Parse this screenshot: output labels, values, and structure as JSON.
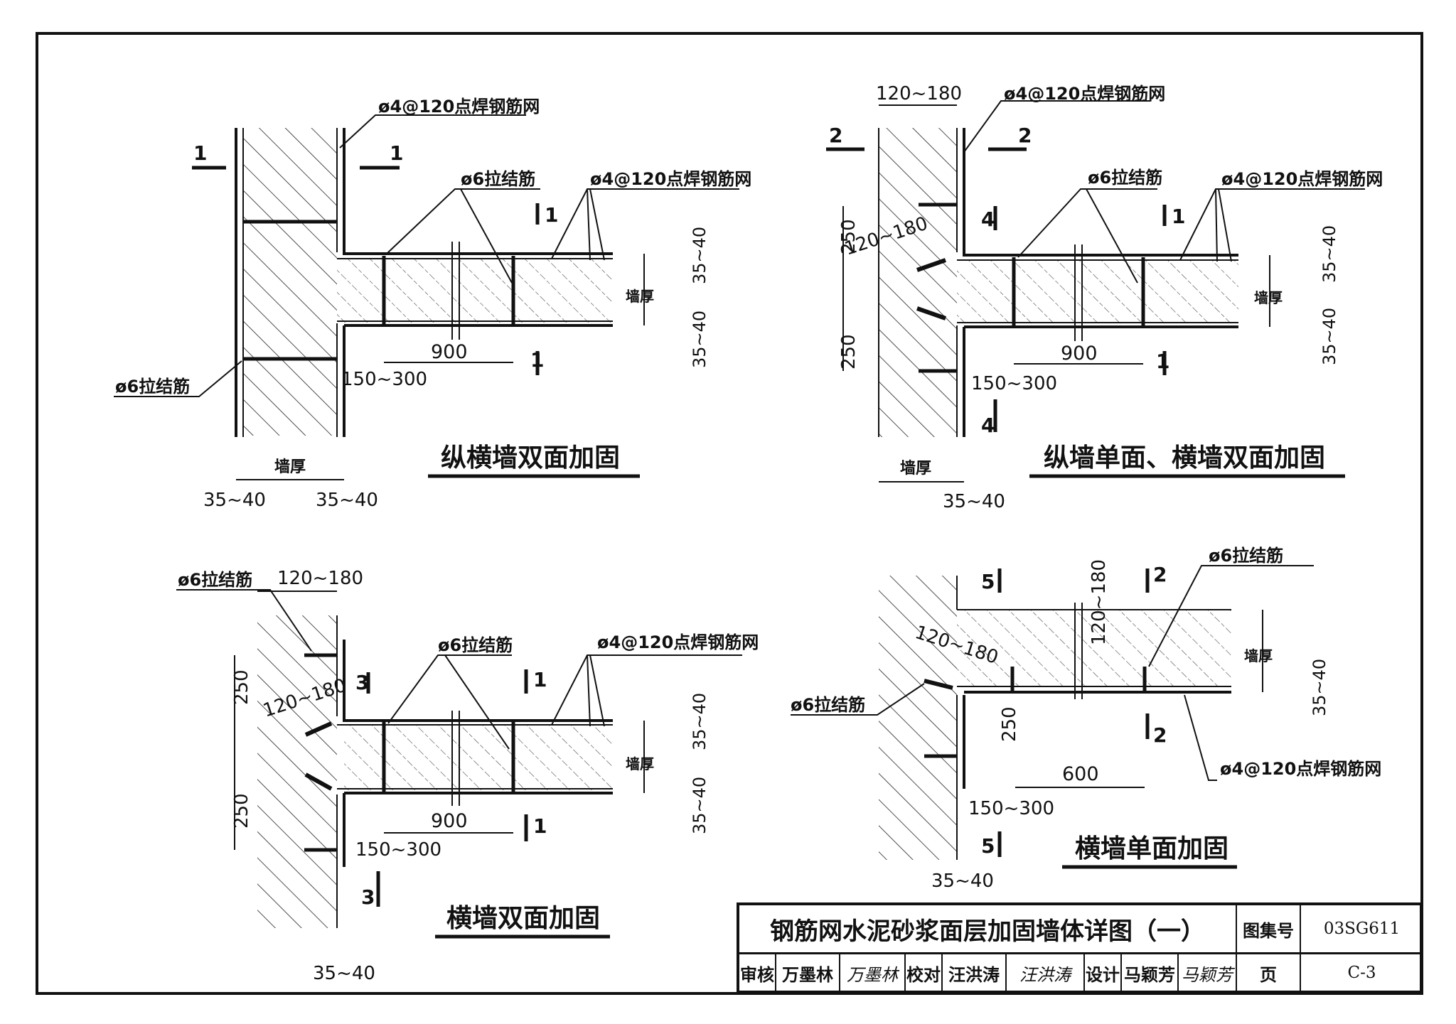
{
  "diagrams": {
    "d1": {
      "caption": "纵横墙双面加固",
      "mesh": "ø4@120点焊钢筋网",
      "tie": "ø6拉结筋",
      "tie_left": "ø6拉结筋",
      "sec_1": "1",
      "dim_wall": "墙厚",
      "dim_cover": "35~40",
      "dim_900": "900",
      "dim_150_300": "150~300"
    },
    "d2": {
      "caption": "纵墙单面、横墙双面加固",
      "mesh": "ø4@120点焊钢筋网",
      "tie": "ø6拉结筋",
      "dim_120_180": "120~180",
      "dim_250": "250",
      "sec_2": "2",
      "sec_4": "4",
      "sec_1": "1",
      "dim_wall": "墙厚",
      "dim_cover": "35~40",
      "dim_900": "900",
      "dim_150_300": "150~300"
    },
    "d3": {
      "caption": "横墙双面加固",
      "mesh": "ø4@120点焊钢筋网",
      "tie": "ø6拉结筋",
      "tie_top": "ø6拉结筋",
      "dim_120_180": "120~180",
      "dim_250": "250",
      "sec_3": "3",
      "sec_1": "1",
      "dim_wall": "墙厚",
      "dim_cover": "35~40",
      "dim_900": "900",
      "dim_150_300": "150~300"
    },
    "d4": {
      "caption": "横墙单面加固",
      "mesh": "ø4@120点焊钢筋网",
      "tie": "ø6拉结筋",
      "tie_left": "ø6拉结筋",
      "dim_120_180": "120~180",
      "dim_250": "250",
      "sec_5": "5",
      "sec_2": "2",
      "dim_wall": "墙厚",
      "dim_cover": "35~40",
      "dim_600": "600",
      "dim_150_300": "150~300"
    }
  },
  "title_block": {
    "title": "钢筋网水泥砂浆面层加固墙体详图（一）",
    "atlas_label": "图集号",
    "atlas_no": "03SG611",
    "review_label": "审核",
    "review_name": "万墨林",
    "review_sign": "万墨林",
    "check_label": "校对",
    "check_name": "汪洪涛",
    "check_sign": "汪洪涛",
    "design_label": "设计",
    "design_name": "马颖芳",
    "design_sign": "马颖芳",
    "page_label": "页",
    "page_no": "C-3"
  },
  "colors": {
    "ink": "#111111",
    "paper": "#ffffff"
  }
}
